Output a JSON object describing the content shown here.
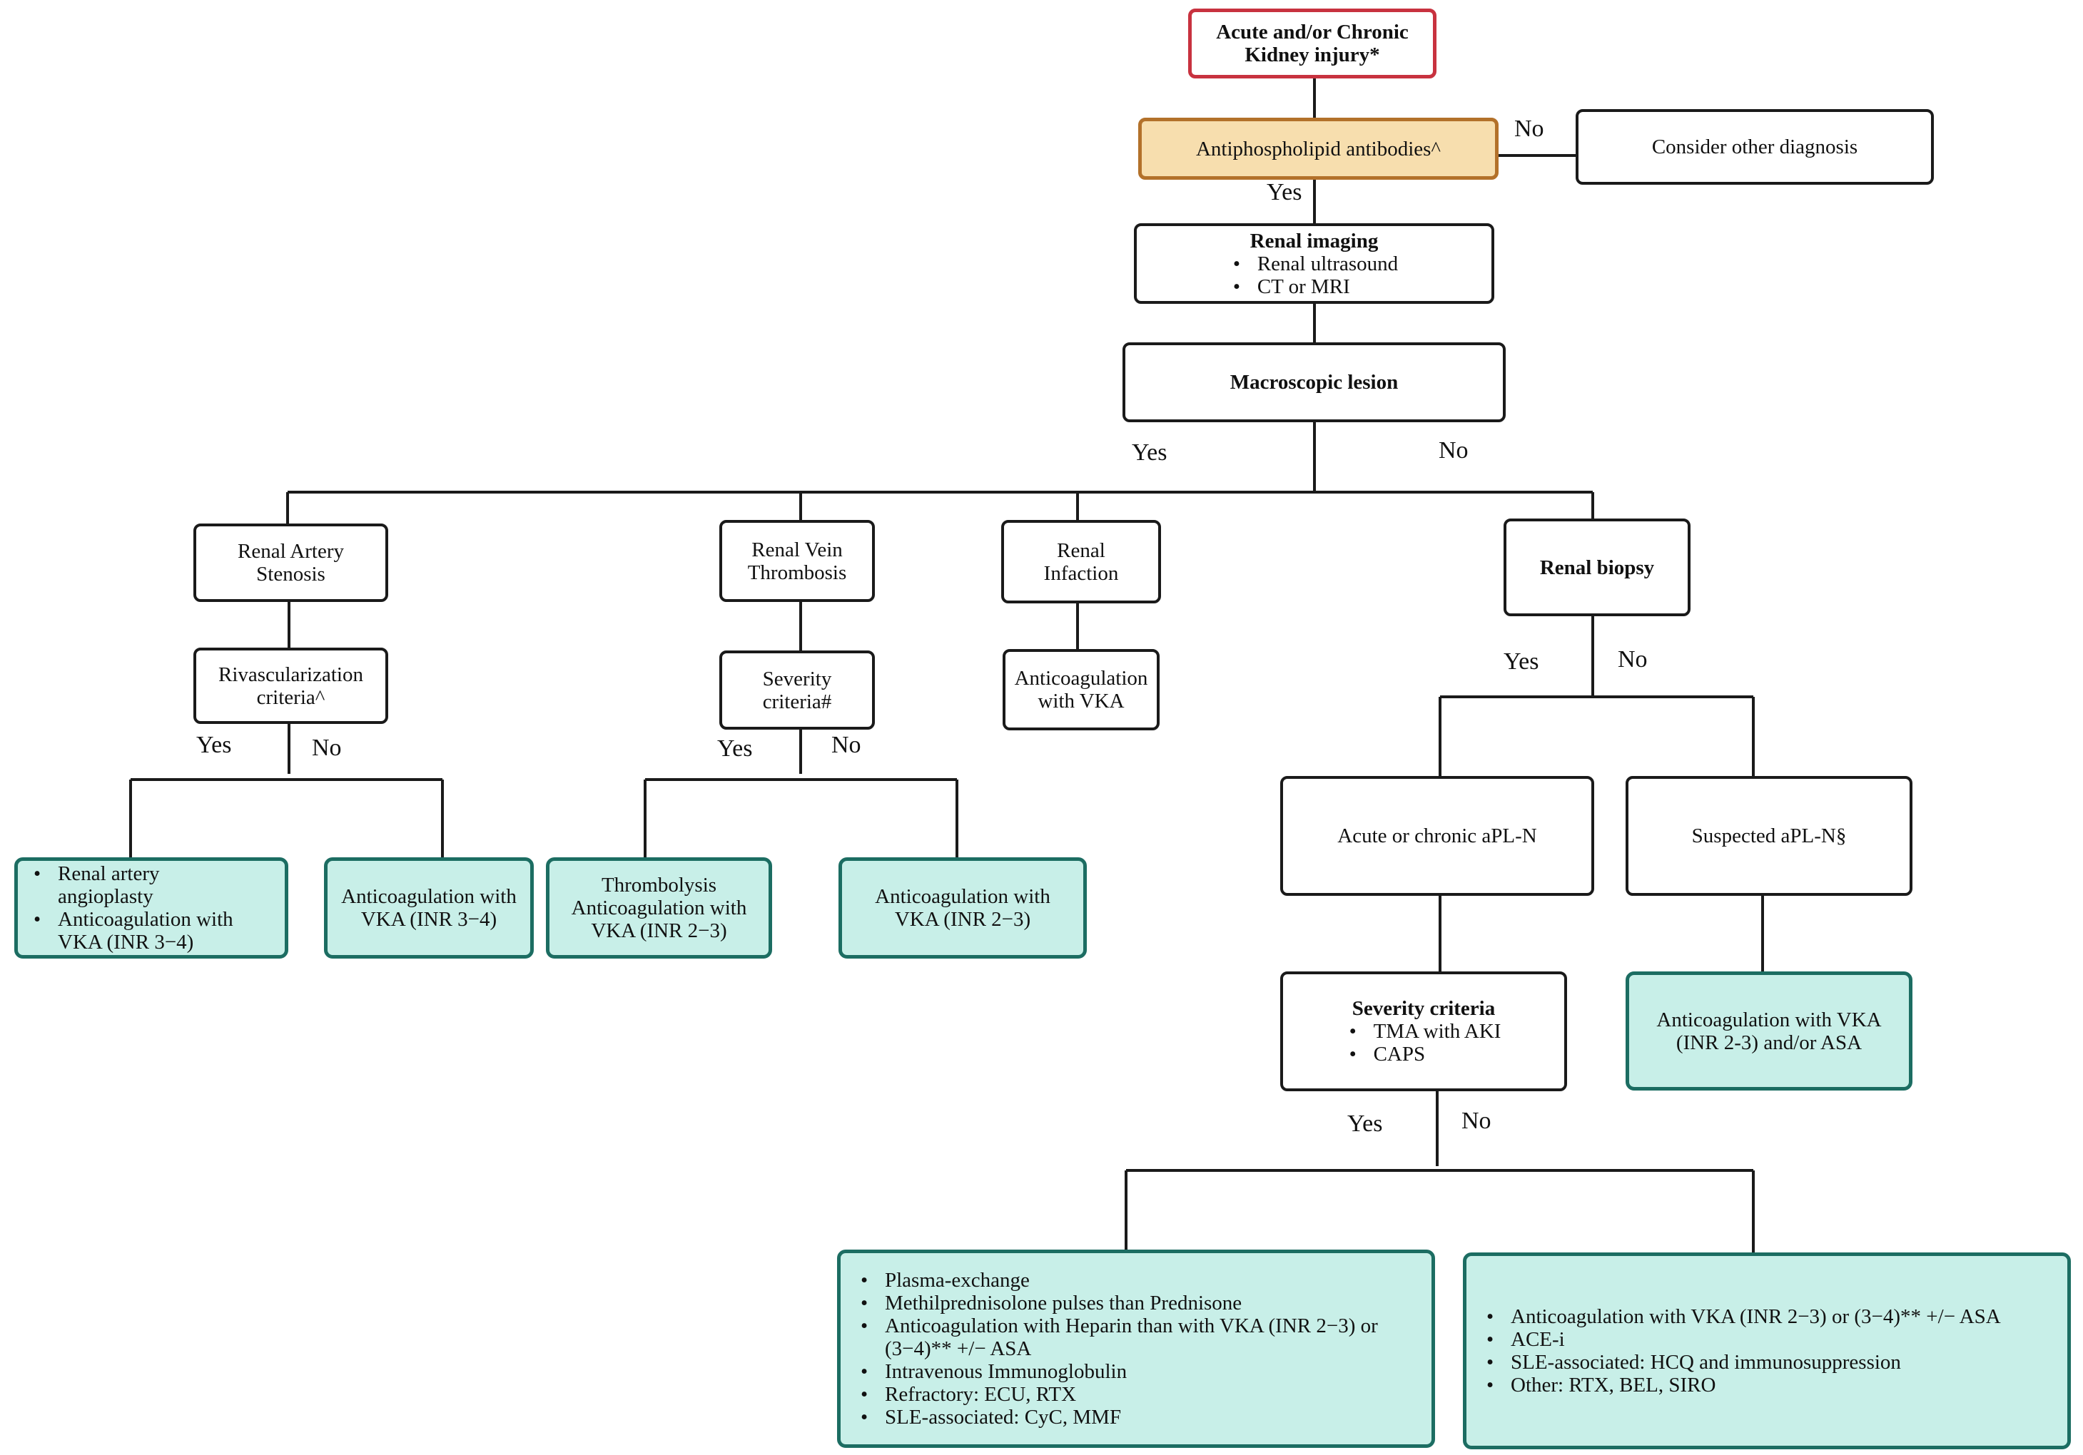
{
  "nodes": {
    "start": {
      "line1": "Acute and/or Chronic",
      "line2": "Kidney injury*"
    },
    "antibodies": {
      "text": "Antiphospholipid antibodies^"
    },
    "other_diagnosis": {
      "text": "Consider other diagnosis"
    },
    "imaging": {
      "title": "Renal imaging",
      "items": [
        "Renal ultrasound",
        "CT or MRI"
      ]
    },
    "macro": {
      "text": "Macroscopic lesion"
    },
    "ras": {
      "line1": "Renal Artery",
      "line2": "Stenosis"
    },
    "rvt": {
      "line1": "Renal Vein",
      "line2": "Thrombosis"
    },
    "infarct": {
      "line1": "Renal",
      "line2": "Infaction"
    },
    "biopsy": {
      "text": "Renal biopsy"
    },
    "revasc": {
      "line1": "Rivascularization",
      "line2": "criteria^"
    },
    "rvt_severity": {
      "line1": "Severity",
      "line2": "criteria#"
    },
    "infarct_tx": {
      "line1": "Anticoagulation",
      "line2": "with VKA"
    },
    "ras_yes_tx": {
      "items": [
        "Renal artery angioplasty",
        "Anticoagulation with VKA (INR 3−4)"
      ]
    },
    "ras_no_tx": {
      "line1": "Anticoagulation with",
      "line2": "VKA (INR 3−4)"
    },
    "rvt_yes_tx": {
      "line1": "Thrombolysis",
      "line2": "Anticoagulation with",
      "line3": "VKA (INR 2−3)"
    },
    "rvt_no_tx": {
      "line1": "Anticoagulation with",
      "line2": "VKA (INR 2−3)"
    },
    "apln": {
      "text": "Acute or chronic aPL-N"
    },
    "suspected": {
      "text": "Suspected aPL-N§"
    },
    "severity": {
      "title": "Severity criteria",
      "items": [
        "TMA with AKI",
        "CAPS"
      ]
    },
    "suspected_tx": {
      "line1": "Anticoagulation with VKA",
      "line2": "(INR 2-3) and/or ASA"
    },
    "sev_yes_tx": {
      "items": [
        "Plasma-exchange",
        "Methilprednisolone pulses than Prednisone",
        "Anticoagulation with Heparin than with VKA (INR 2−3) or (3−4)** +/− ASA",
        "Intravenous Immunoglobulin",
        "Refractory: ECU, RTX",
        "SLE-associated: CyC, MMF"
      ]
    },
    "sev_no_tx": {
      "items": [
        "Anticoagulation with VKA (INR 2−3) or (3−4)** +/− ASA",
        "ACE-i",
        "SLE-associated: HCQ and immunosuppression",
        "Other: RTX, BEL, SIRO"
      ]
    }
  },
  "labels": {
    "antib_no": "No",
    "antib_yes": "Yes",
    "macro_yes": "Yes",
    "macro_no": "No",
    "revasc_yes": "Yes",
    "revasc_no": "No",
    "rvt_yes": "Yes",
    "rvt_no": "No",
    "biopsy_yes": "Yes",
    "biopsy_no": "No",
    "severity_yes": "Yes",
    "severity_no": "No"
  },
  "colors": {
    "start_border": "#c8323f",
    "antibodies_fill": "#f7deae",
    "antibodies_border": "#b3712a",
    "treatment_fill": "#c8efe8",
    "treatment_border": "#1c6d62"
  }
}
